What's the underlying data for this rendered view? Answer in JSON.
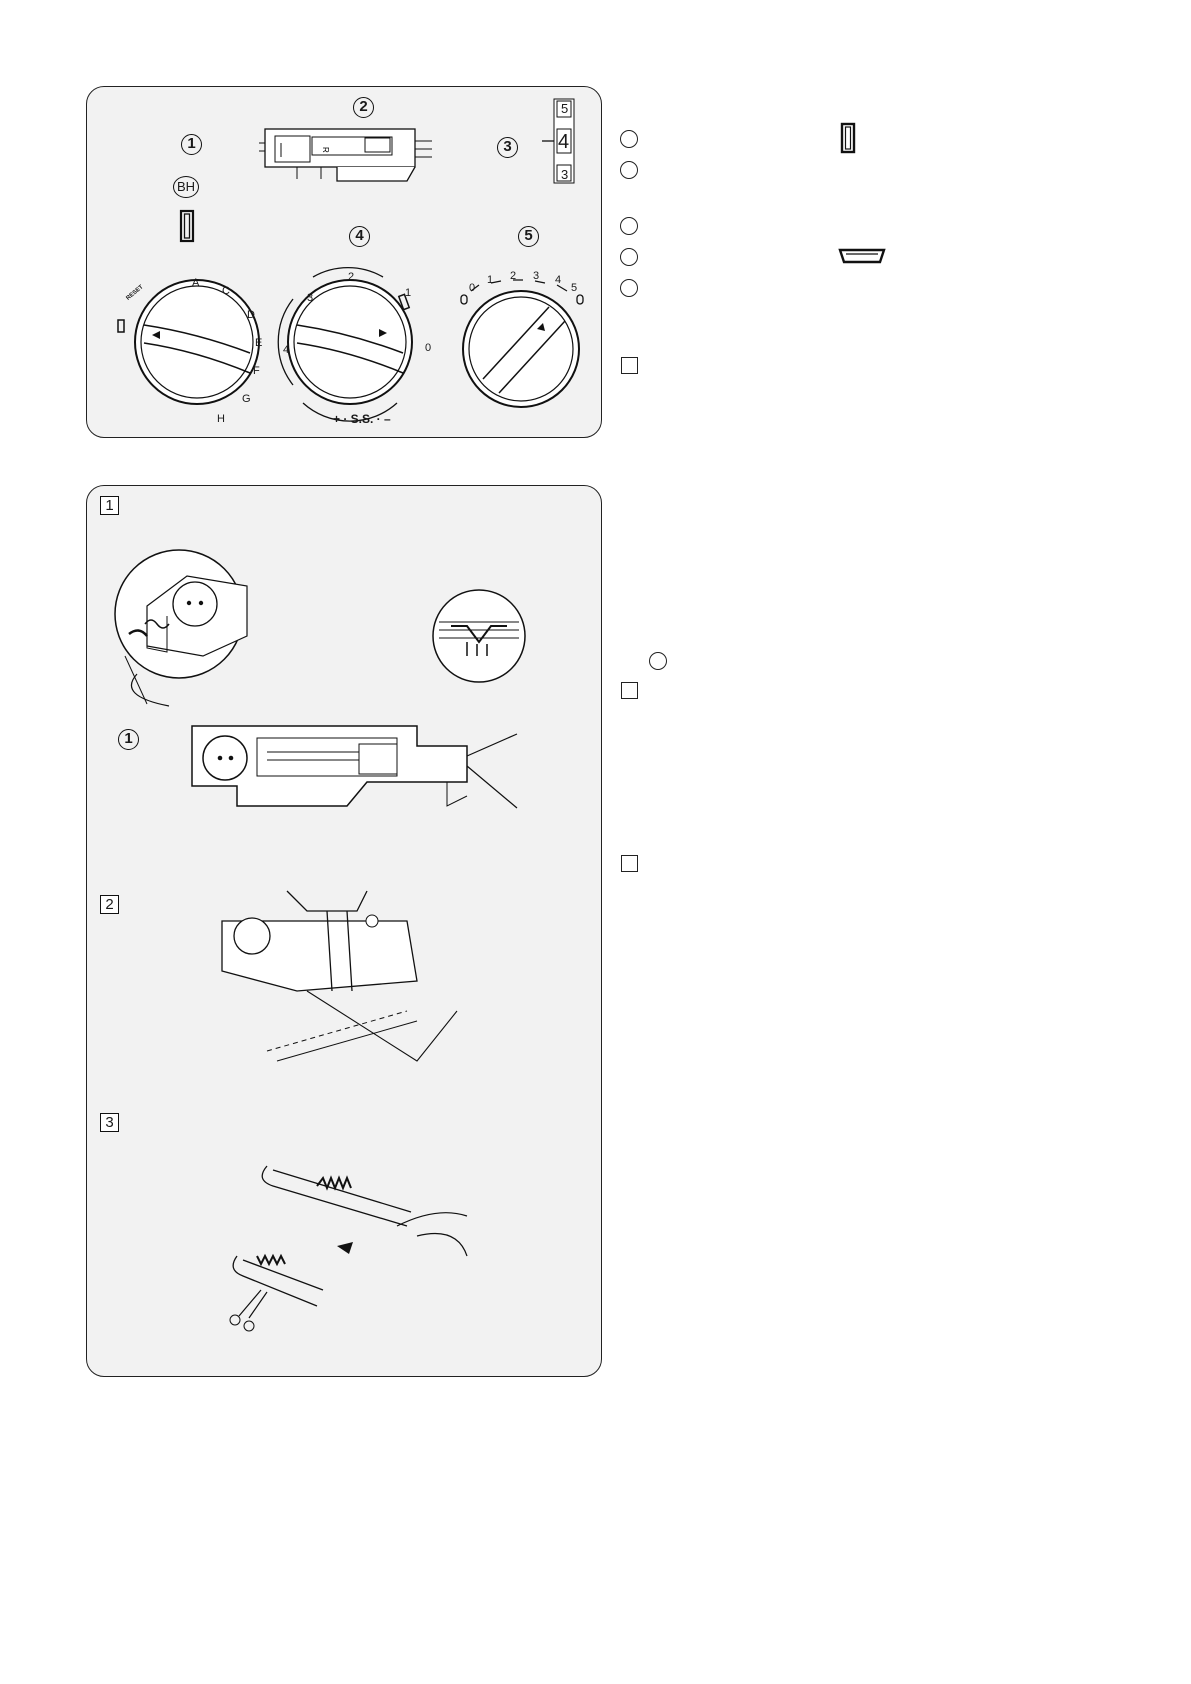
{
  "top_panel": {
    "callouts": [
      "1",
      "2",
      "3",
      "4",
      "5"
    ],
    "bh_label": "BH",
    "length_scale": [
      "5",
      "4",
      "3"
    ],
    "pattern_dial": {
      "letters": [
        "A",
        "C",
        "D",
        "E",
        "F",
        "G",
        "H"
      ],
      "reset_label": "RESET"
    },
    "width_dial": {
      "numbers": [
        "2",
        "1",
        "0",
        "3",
        "4"
      ],
      "ss_label": "+ · S.S. · –"
    },
    "length_dial": {
      "numbers": [
        "0",
        "1",
        "2",
        "3",
        "4",
        "5"
      ]
    }
  },
  "bottom_panel": {
    "step_numbers": [
      "1",
      "2",
      "3"
    ],
    "callout": "1"
  }
}
